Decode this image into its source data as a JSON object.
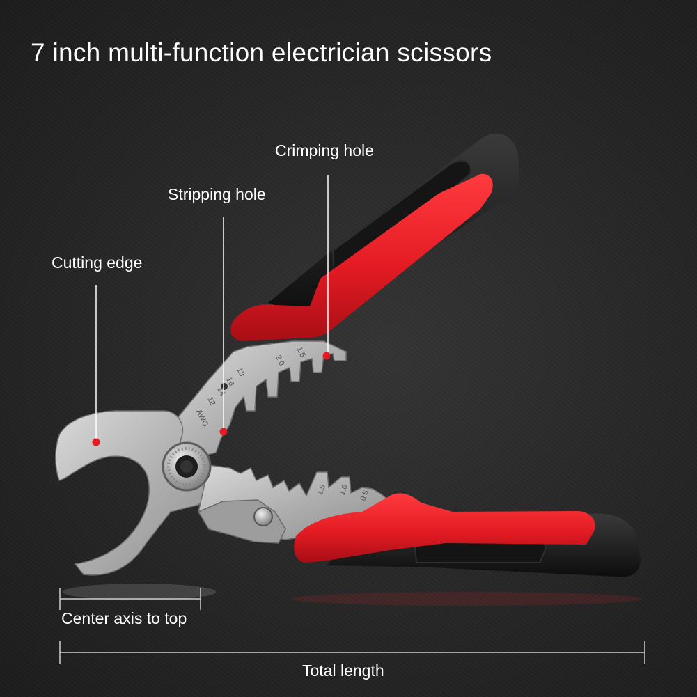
{
  "title": "7 inch multi-function electrician scissors",
  "callouts": {
    "crimping_hole": "Crimping hole",
    "stripping_hole": "Stripping hole",
    "cutting_edge": "Cutting edge",
    "center_axis_to_top": "Center axis to top",
    "total_length": "Total length"
  },
  "blade_markings": {
    "upper": [
      "AWG",
      "12",
      "14",
      "16",
      "18",
      "2.0",
      "1.5"
    ],
    "lower": [
      "1.5",
      "1.0",
      "0.5"
    ]
  },
  "colors": {
    "background": "#262626",
    "grip_red": "#e8202a",
    "grip_black": "#1a1a1a",
    "steel": "#b4b4b4",
    "marker_dot": "#e41b23",
    "text": "#ffffff"
  }
}
